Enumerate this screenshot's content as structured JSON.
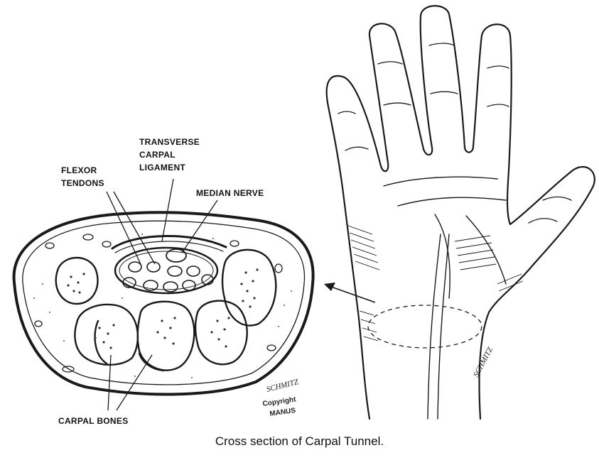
{
  "labels": {
    "transverse_carpal_ligament": [
      "TRANSVERSE",
      "CARPAL",
      "LIGAMENT"
    ],
    "flexor_tendons": [
      "FLEXOR",
      "TENDONS"
    ],
    "median_nerve": "MEDIAN NERVE",
    "carpal_bones": "CARPAL BONES"
  },
  "signature_left": "SCHMITZ",
  "copyright_line1": "Copyright",
  "copyright_line2": "MANUS",
  "signature_right": "SCHMITZ",
  "caption": "Cross section of Carpal Tunnel.",
  "colors": {
    "ink": "#1a1a1a",
    "background": "#ffffff"
  }
}
